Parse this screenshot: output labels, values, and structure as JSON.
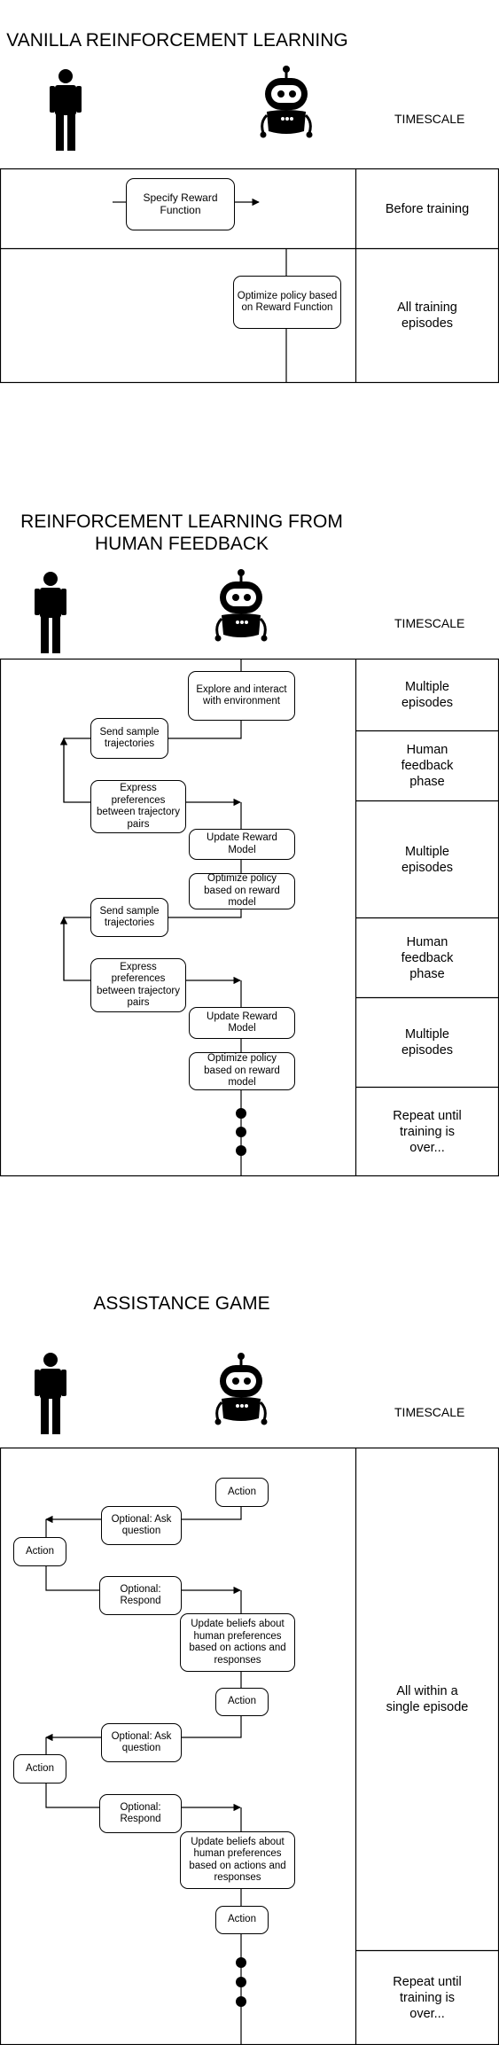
{
  "sections": {
    "vanilla": {
      "title": "VANILLA REINFORCEMENT LEARNING",
      "timescale": "TIMESCALE",
      "boxes": [
        "Specify Reward Function",
        "Optimize policy based on Reward Function"
      ],
      "rows": [
        "Before training",
        "All training episodes"
      ]
    },
    "rlhf": {
      "title_line1": "REINFORCEMENT LEARNING FROM",
      "title_line2": "HUMAN FEEDBACK",
      "timescale": "TIMESCALE",
      "boxes": [
        "Explore and interact with environment",
        "Send sample trajectories",
        "Express preferences between trajectory pairs",
        "Update Reward Model",
        "Optimize policy based on reward model",
        "Send sample trajectories",
        "Express preferences between trajectory pairs",
        "Update Reward Model",
        "Optimize policy based on reward model"
      ],
      "rows": [
        "Multiple episodes",
        "Human feedback phase",
        "Multiple episodes",
        "Human feedback phase",
        "Multiple episodes",
        "Repeat until training is over..."
      ]
    },
    "assistance": {
      "title": "ASSISTANCE GAME",
      "timescale": "TIMESCALE",
      "boxes": [
        "Action",
        "Optional: Ask question",
        "Action",
        "Optional: Respond",
        "Update beliefs about human preferences based on actions and responses",
        "Action",
        "Optional: Ask question",
        "Action",
        "Optional: Respond",
        "Update beliefs about human preferences based on actions and responses",
        "Action"
      ],
      "rows": [
        "All within a single episode",
        "Repeat until training is over..."
      ]
    }
  },
  "icons": [
    "human-icon",
    "robot-icon"
  ]
}
